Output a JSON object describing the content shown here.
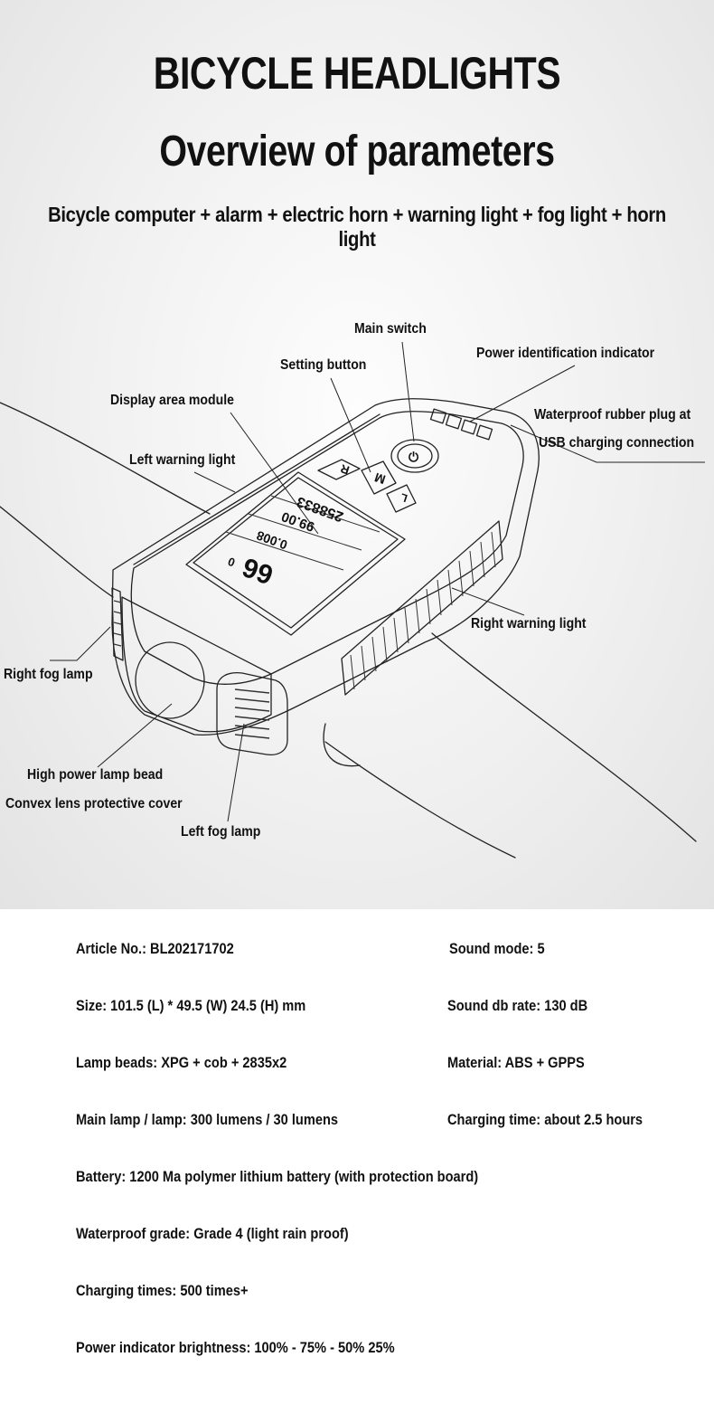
{
  "header": {
    "title": "BICYCLE HEADLIGHTS",
    "subtitle": "Overview of parameters",
    "tagline": "Bicycle computer + alarm + electric horn + warning light + fog light + horn light"
  },
  "callouts": {
    "main_switch": "Main switch",
    "power_indicator": "Power identification indicator",
    "setting_button": "Setting button",
    "display_module": "Display area module",
    "waterproof_plug_1": "Waterproof rubber plug at",
    "waterproof_plug_2": "USB charging connection",
    "left_warning": "Left warning light",
    "right_warning": "Right warning light",
    "right_fog": "Right fog lamp",
    "lamp_bead": "High power lamp bead",
    "lens_cover": "Convex lens protective cover",
    "left_fog": "Left fog lamp"
  },
  "device": {
    "btn_r": "R",
    "btn_m": "M",
    "btn_l": "L",
    "lcd_odometer": "258833",
    "lcd_trip": "99.00",
    "lcd_time": "0.008",
    "lcd_speed": "66",
    "lcd_zero": "0"
  },
  "specs": {
    "article": "Article No.: BL202171702",
    "sound_mode": "Sound mode: 5",
    "size": "Size: 101.5 (L) * 49.5 (W) 24.5 (H) mm",
    "sound_db": "Sound db rate: 130 dB",
    "lamp_beads": "Lamp beads: XPG + cob + 2835x2",
    "material": "Material: ABS + GPPS",
    "main_lamp": "Main lamp / lamp: 300 lumens / 30 lumens",
    "charging_time": "Charging time: about 2.5 hours",
    "battery": "Battery: 1200 Ma polymer lithium battery (with protection board)",
    "waterproof": "Waterproof grade: Grade 4 (light rain proof)",
    "charging_times": "Charging times: 500 times+",
    "brightness": "Power indicator brightness: 100% - 75% - 50% 25%"
  }
}
